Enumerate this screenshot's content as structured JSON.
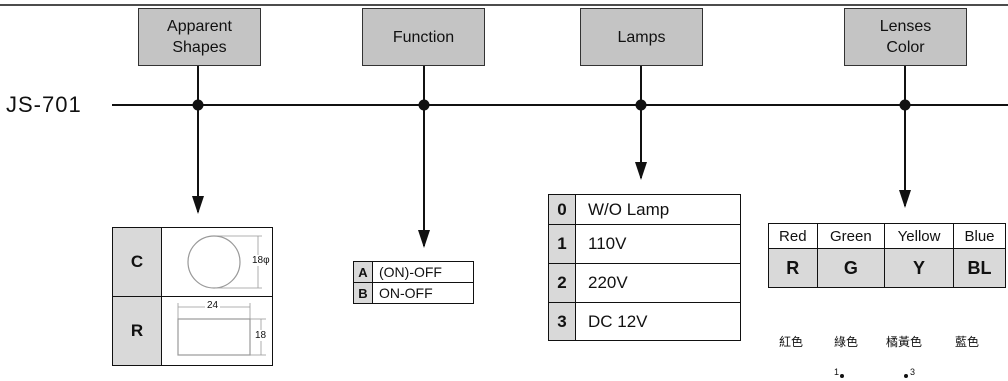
{
  "headers": {
    "shapes": {
      "line1": "Apparent",
      "line2": "Shapes"
    },
    "function": "Function",
    "lamps": "Lamps",
    "lenses": {
      "line1": "Lenses",
      "line2": "Color"
    }
  },
  "model": "JS-701",
  "shapes": [
    {
      "code": "C",
      "dim": "18φ"
    },
    {
      "code": "R",
      "dim_w": "24",
      "dim_h": "18"
    }
  ],
  "functions": [
    {
      "code": "A",
      "label": "(ON)-OFF"
    },
    {
      "code": "B",
      "label": "ON-OFF"
    }
  ],
  "lamps": [
    {
      "code": "0",
      "label": "W/O Lamp"
    },
    {
      "code": "1",
      "label": "110V"
    },
    {
      "code": "2",
      "label": "220V"
    },
    {
      "code": "3",
      "label": "DC 12V"
    }
  ],
  "lenses": [
    {
      "name": "Red",
      "code": "R",
      "zh": "紅色"
    },
    {
      "name": "Green",
      "code": "G",
      "zh": "綠色"
    },
    {
      "name": "Yellow",
      "code": "Y",
      "zh": "橘黃色"
    },
    {
      "name": "Blue",
      "code": "BL",
      "zh": "藍色"
    }
  ],
  "pins": {
    "p1": "1",
    "p3": "3"
  }
}
